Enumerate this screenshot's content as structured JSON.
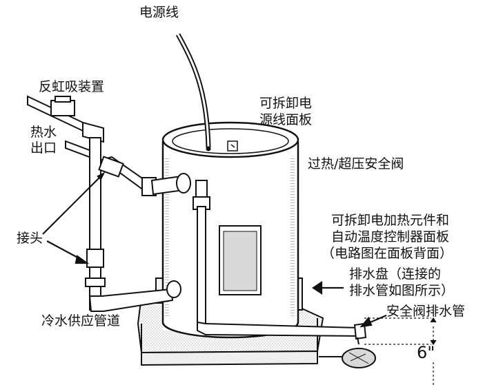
{
  "labels": {
    "power_cord": "电源线",
    "anti_siphon": "反虹吸装置",
    "hot_water_outlet_line1": "热水",
    "hot_water_outlet_line2": "出口",
    "removable_cord_panel_line1": "可拆卸电",
    "removable_cord_panel_line2": "源线面板",
    "relief_valve": "过热/超压安全阀",
    "element_panel_line1": "可拆卸电加热元件和",
    "element_panel_line2": "自动温度控制器面板",
    "element_panel_line3": "（电路图在面板背面）",
    "fitting": "接头",
    "drain_pan_line1": "排水盘（连接的",
    "drain_pan_line2": "排水管如图所示）",
    "relief_drain_pipe": "安全阀排水管",
    "cold_water_supply": "冷水供应管道",
    "dimension": "6\""
  },
  "colors": {
    "ink": "#111111",
    "paper": "#ffffff",
    "shade": "#d9d9d9"
  }
}
